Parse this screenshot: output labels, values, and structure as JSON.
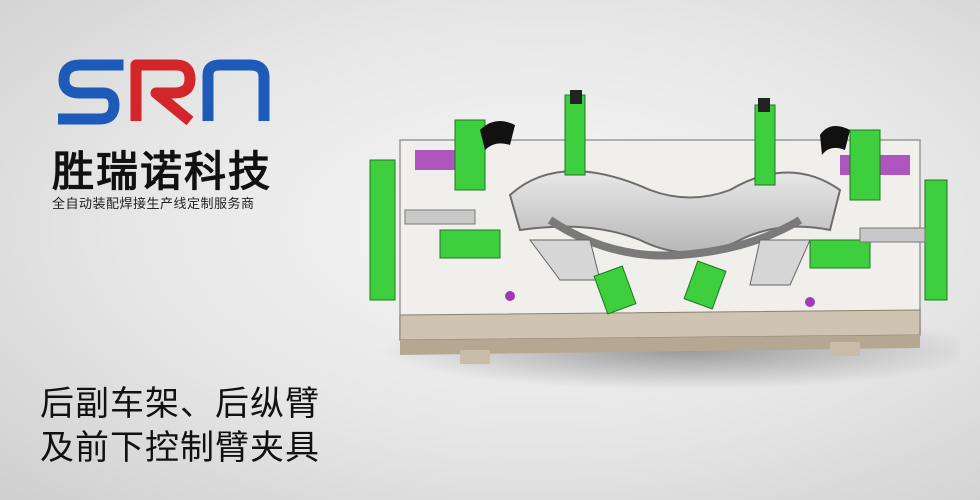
{
  "brand": {
    "name": "胜瑞诺科技",
    "tagline": "全自动装配焊接生产线定制服务商"
  },
  "product": {
    "title_line1": "后副车架、后纵臂",
    "title_line2": "及前下控制臂夹具"
  },
  "colors": {
    "logo_blue": "#1e5bb8",
    "logo_red": "#d2262b",
    "fixture_green": "#3ecf3e",
    "fixture_purple": "#a23ab8",
    "fixture_base": "#cfc3b2"
  },
  "icons": {
    "logo": "srn-logo",
    "product_image": "welding-fixture-render"
  }
}
